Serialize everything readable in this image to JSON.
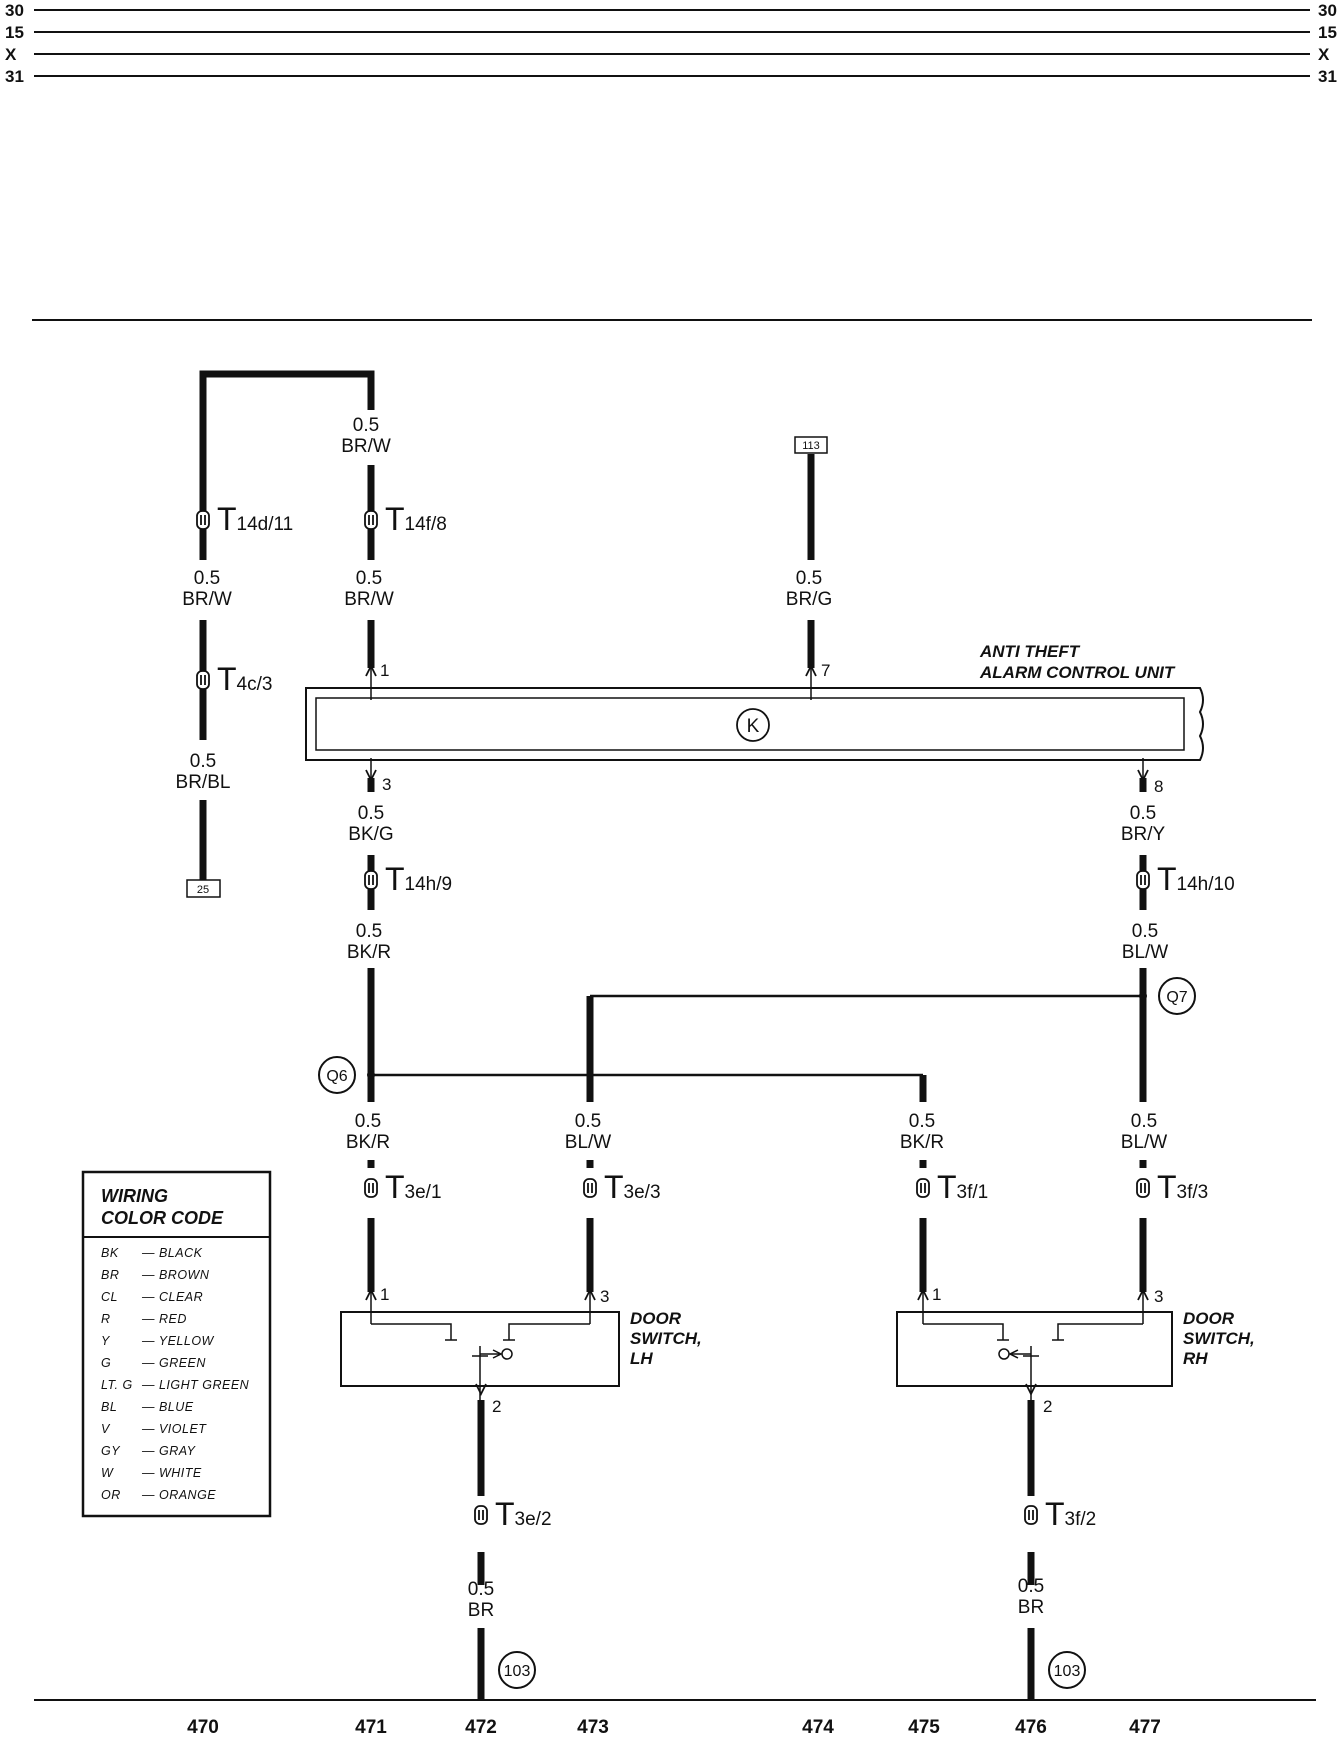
{
  "bus_lines": [
    "30",
    "15",
    "X",
    "31"
  ],
  "wires": {
    "w1_top": {
      "size": "0.5",
      "color": "BR/W"
    },
    "w1_mid": {
      "size": "0.5",
      "color": "BR/W"
    },
    "w0_mid": {
      "size": "0.5",
      "color": "BR/W"
    },
    "w0_bot": {
      "size": "0.5",
      "color": "BR/BL"
    },
    "w7": {
      "size": "0.5",
      "color": "BR/G"
    },
    "w3_a": {
      "size": "0.5",
      "color": "BK/G"
    },
    "w3_b": {
      "size": "0.5",
      "color": "BK/R"
    },
    "w8_a": {
      "size": "0.5",
      "color": "BR/Y"
    },
    "w8_b": {
      "size": "0.5",
      "color": "BL/W"
    },
    "wl1": {
      "size": "0.5",
      "color": "BK/R"
    },
    "wl3": {
      "size": "0.5",
      "color": "BL/W"
    },
    "wr1": {
      "size": "0.5",
      "color": "BK/R"
    },
    "wr3": {
      "size": "0.5",
      "color": "BL/W"
    },
    "wl2": {
      "size": "0.5",
      "color": "BR"
    },
    "wr2": {
      "size": "0.5",
      "color": "BR"
    }
  },
  "connectors": {
    "t14d": {
      "letter": "T",
      "sub": "14d/11"
    },
    "t14f": {
      "letter": "T",
      "sub": "14f/8"
    },
    "t4c": {
      "letter": "T",
      "sub": "4c/3"
    },
    "t14h9": {
      "letter": "T",
      "sub": "14h/9"
    },
    "t14h10": {
      "letter": "T",
      "sub": "14h/10"
    },
    "t3e1": {
      "letter": "T",
      "sub": "3e/1"
    },
    "t3e3": {
      "letter": "T",
      "sub": "3e/3"
    },
    "t3f1": {
      "letter": "T",
      "sub": "3f/1"
    },
    "t3f3": {
      "letter": "T",
      "sub": "3f/3"
    },
    "t3e2": {
      "letter": "T",
      "sub": "3e/2"
    },
    "t3f2": {
      "letter": "T",
      "sub": "3f/2"
    }
  },
  "pins": {
    "p1": "1",
    "p7": "7",
    "p3": "3",
    "p8": "8",
    "dl1": "1",
    "dl3": "3",
    "dl2": "2",
    "dr1": "1",
    "dr3": "3",
    "dr2": "2"
  },
  "refs": {
    "r113": "113",
    "r25": "25",
    "q6": "Q6",
    "q7": "Q7",
    "g103a": "103",
    "g103b": "103"
  },
  "components": {
    "alarm_unit": {
      "line1": "ANTI THEFT",
      "line2": "ALARM CONTROL UNIT",
      "symbol": "K"
    },
    "door_lh": {
      "line1": "DOOR",
      "line2": "SWITCH,",
      "line3": "LH"
    },
    "door_rh": {
      "line1": "DOOR",
      "line2": "SWITCH,",
      "line3": "RH"
    }
  },
  "color_code": {
    "title1": "WIRING",
    "title2": "COLOR CODE",
    "rows": [
      {
        "code": "BK",
        "name": "— BLACK"
      },
      {
        "code": "BR",
        "name": "— BROWN"
      },
      {
        "code": "CL",
        "name": "— CLEAR"
      },
      {
        "code": "R",
        "name": "— RED"
      },
      {
        "code": "Y",
        "name": "— YELLOW"
      },
      {
        "code": "G",
        "name": "— GREEN"
      },
      {
        "code": "LT. G",
        "name": "— LIGHT GREEN"
      },
      {
        "code": "BL",
        "name": "— BLUE"
      },
      {
        "code": "V",
        "name": "— VIOLET"
      },
      {
        "code": "GY",
        "name": "— GRAY"
      },
      {
        "code": "W",
        "name": "— WHITE"
      },
      {
        "code": "OR",
        "name": "— ORANGE"
      }
    ]
  },
  "footer_numbers": [
    "470",
    "471",
    "472",
    "473",
    "474",
    "475",
    "476",
    "477"
  ]
}
